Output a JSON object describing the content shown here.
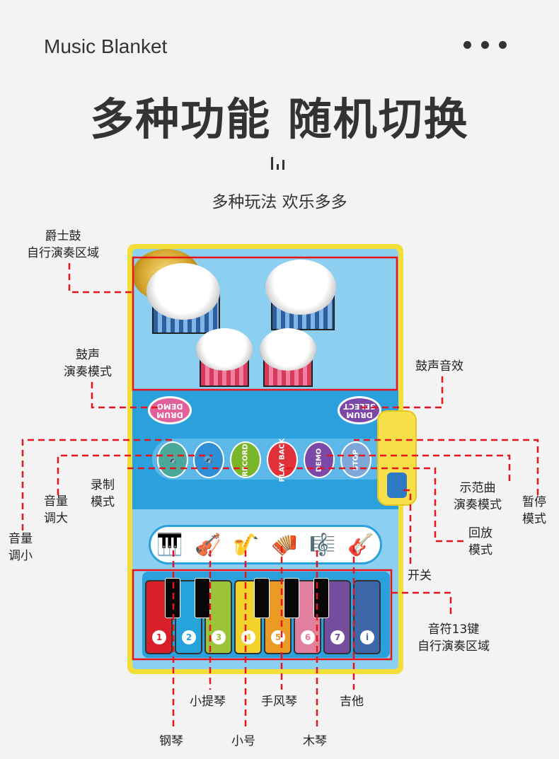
{
  "header": {
    "brand": "Music Blanket",
    "menu_icon": "more-dots-icon",
    "headline": "多种功能 随机切换",
    "subheadline": "多种玩法 欢乐多多"
  },
  "mat": {
    "drum_demo": "DRUM DEMO",
    "drum_select": "DRUM SELECT",
    "buttons": [
      {
        "label": "",
        "icon": "volume-down-icon",
        "color": "#4aa99a"
      },
      {
        "label": "",
        "icon": "volume-up-icon",
        "color": "#2f8fd6"
      },
      {
        "label": "RECORD",
        "color": "#7ab62a"
      },
      {
        "label": "PLAY BACK",
        "color": "#e0303a"
      },
      {
        "label": "DEMO",
        "color": "#7b48a8"
      },
      {
        "label": "STOP",
        "color": "#7fa8d8"
      }
    ],
    "instruments": [
      "🎹",
      "🎻",
      "🎷",
      "🪗",
      "🎼",
      "🎸"
    ],
    "keys": [
      {
        "num": "1",
        "color": "#d8202a"
      },
      {
        "num": "2",
        "color": "#27a3dc"
      },
      {
        "num": "3",
        "color": "#9cc43a"
      },
      {
        "num": "4",
        "color": "#f1d22a"
      },
      {
        "num": "5",
        "color": "#eb9a24"
      },
      {
        "num": "6",
        "color": "#e27f9e"
      },
      {
        "num": "7",
        "color": "#744d9c"
      },
      {
        "num": "i",
        "color": "#3d66a8"
      }
    ]
  },
  "labels": {
    "jazz_drum": [
      "爵士鼓",
      "自行演奏区域"
    ],
    "drum_mode": [
      "鼓声",
      "演奏模式"
    ],
    "drum_effect": "鼓声音效",
    "vol_down": [
      "音量",
      "调小"
    ],
    "vol_up": [
      "音量",
      "调大"
    ],
    "record": [
      "录制",
      "模式"
    ],
    "demo": [
      "示范曲",
      "演奏模式"
    ],
    "stop": [
      "暂停",
      "模式"
    ],
    "playback": [
      "回放",
      "模式"
    ],
    "power": "开关",
    "keys13": [
      "音符13键",
      "自行演奏区域"
    ],
    "piano": "钢琴",
    "violin": "小提琴",
    "trumpet": "小号",
    "accordion": "手风琴",
    "xylophone": "木琴",
    "guitar": "吉他"
  },
  "colors": {
    "annotation": "#e8141c",
    "frame": "#f4de3a",
    "mat_blue": "#2aa1dd"
  }
}
